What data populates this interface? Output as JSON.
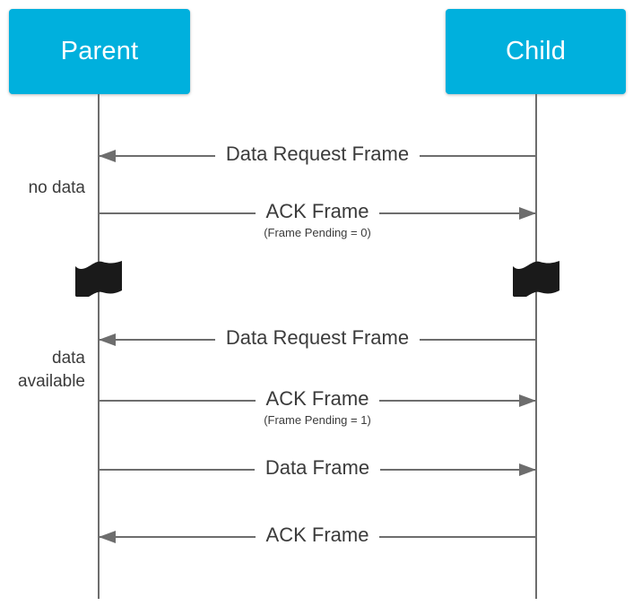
{
  "diagram": {
    "title_parent": "Parent",
    "title_child": "Child",
    "colors": {
      "actor_fill": "#00b0dd",
      "actor_text": "#ffffff",
      "line": "#6d6d6d",
      "text": "#3b3b3b",
      "break_symbol": "#1a1a1a",
      "background": "#ffffff"
    }
  },
  "actors": [
    {
      "name": "Parent",
      "label": "Parent"
    },
    {
      "name": "Child",
      "label": "Child"
    }
  ],
  "side_notes": [
    {
      "text": "no data"
    },
    {
      "text": "data\navailable"
    }
  ],
  "messages": [
    {
      "label": "Data Request Frame",
      "sublabel": "",
      "direction": "child-to-parent",
      "arrow": "left"
    },
    {
      "label": "ACK Frame",
      "sublabel": "(Frame Pending = 0)",
      "direction": "parent-to-child",
      "arrow": "right"
    },
    {
      "label": "Data Request Frame",
      "sublabel": "",
      "direction": "child-to-parent",
      "arrow": "left"
    },
    {
      "label": "ACK Frame",
      "sublabel": "(Frame Pending = 1)",
      "direction": "parent-to-child",
      "arrow": "right"
    },
    {
      "label": "Data Frame",
      "sublabel": "",
      "direction": "parent-to-child",
      "arrow": "right"
    },
    {
      "label": "ACK Frame",
      "sublabel": "",
      "direction": "child-to-parent",
      "arrow": "left"
    }
  ],
  "break_symbols": [
    {
      "on": "Parent"
    },
    {
      "on": "Child"
    }
  ]
}
